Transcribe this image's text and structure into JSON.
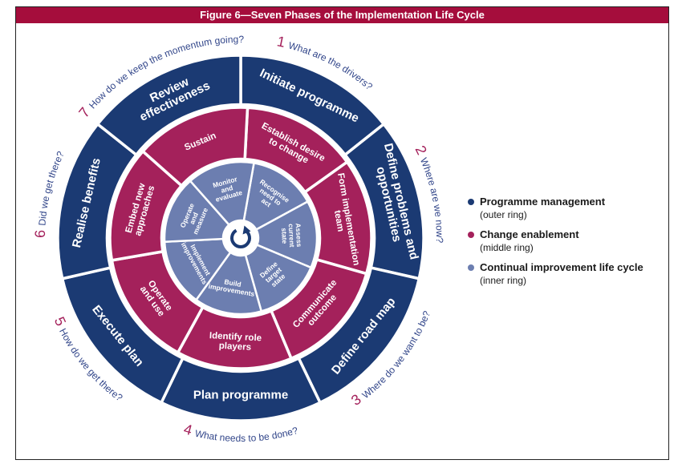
{
  "figure_title": "Figure 6—Seven Phases of the Implementation Life Cycle",
  "colors": {
    "outer": "#1b3a73",
    "middle": "#a4215b",
    "inner": "#6c7eb0",
    "question": "#32468a",
    "number": "#a4215b",
    "title_bar": "#a50d3c"
  },
  "icons": {
    "center": "cycle-arrow-icon"
  },
  "outer_ring": [
    {
      "label_lines": [
        "Initiate programme"
      ],
      "number": "1",
      "question": "What are the drivers?"
    },
    {
      "label_lines": [
        "Define problems and",
        "opportunities"
      ],
      "number": "2",
      "question": "Where are we now?"
    },
    {
      "label_lines": [
        "Define road map"
      ],
      "number": "3",
      "question": "Where do we want to be?"
    },
    {
      "label_lines": [
        "Plan programme"
      ],
      "number": "4",
      "question": "What needs to be done?"
    },
    {
      "label_lines": [
        "Execute plan"
      ],
      "number": "5",
      "question": "How do we get there?"
    },
    {
      "label_lines": [
        "Realise benefits"
      ],
      "number": "6",
      "question": "Did we get there?"
    },
    {
      "label_lines": [
        "Review",
        "effectiveness"
      ],
      "number": "7",
      "question": "How do we keep the momentum going?"
    }
  ],
  "middle_ring": [
    {
      "label_lines": [
        "Establish desire",
        "to change"
      ]
    },
    {
      "label_lines": [
        "Form implementation",
        "team"
      ]
    },
    {
      "label_lines": [
        "Communicate",
        "outcome"
      ]
    },
    {
      "label_lines": [
        "Identify role",
        "players"
      ]
    },
    {
      "label_lines": [
        "Operate",
        "and use"
      ]
    },
    {
      "label_lines": [
        "Embed new",
        "approaches"
      ]
    },
    {
      "label_lines": [
        "Sustain"
      ]
    }
  ],
  "inner_ring": [
    {
      "label_lines": [
        "Recognise",
        "need to",
        "act"
      ]
    },
    {
      "label_lines": [
        "Assess",
        "current",
        "state"
      ]
    },
    {
      "label_lines": [
        "Define",
        "target",
        "state"
      ]
    },
    {
      "label_lines": [
        "Build",
        "improvements"
      ]
    },
    {
      "label_lines": [
        "Implement",
        "improvements"
      ]
    },
    {
      "label_lines": [
        "Operate",
        "and",
        "measure"
      ]
    },
    {
      "label_lines": [
        "Monitor",
        "and",
        "evaluate"
      ]
    }
  ],
  "legend": [
    {
      "label": "Programme management",
      "sub": "(outer ring)",
      "color": "#1b3a73"
    },
    {
      "label": "Change enablement",
      "sub": "(middle ring)",
      "color": "#a4215b"
    },
    {
      "label": "Continual improvement life cycle",
      "sub": "(inner ring)",
      "color": "#6c7eb0"
    }
  ]
}
